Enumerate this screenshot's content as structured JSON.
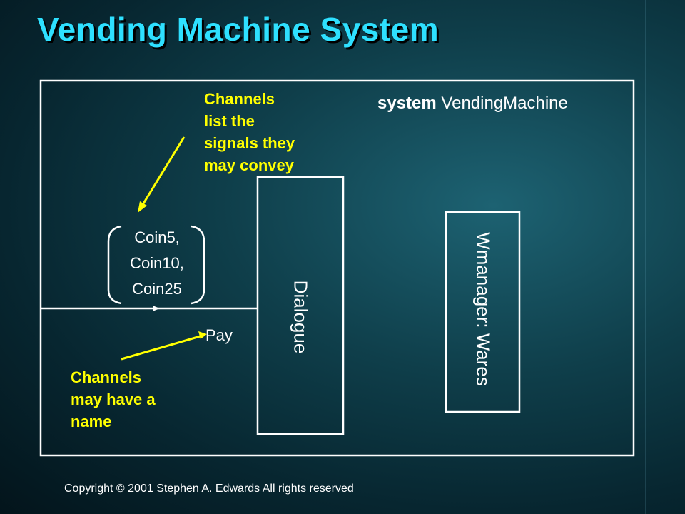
{
  "title": "Vending Machine System",
  "system": {
    "keyword": "system",
    "name": "VendingMachine"
  },
  "annotations": {
    "signals_note": [
      "Channels",
      "list the",
      "signals they",
      "may convey"
    ],
    "name_note": [
      "Channels",
      "may have a",
      "name"
    ]
  },
  "channel": {
    "name": "Pay",
    "signals": [
      "Coin5,",
      "Coin10,",
      "Coin25"
    ]
  },
  "blocks": {
    "dialogue": "Dialogue",
    "wmanager": "Wmanager: Wares"
  },
  "copyright": "Copyright © 2001 Stephen A. Edwards All rights reserved",
  "colors": {
    "title": "#2ee0ff",
    "annotation": "#ffff00",
    "diagram": "#ffffff"
  }
}
